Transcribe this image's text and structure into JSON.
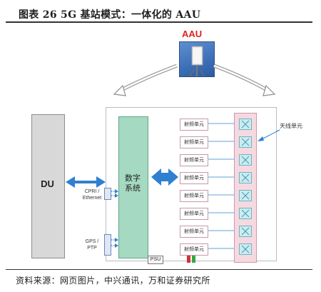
{
  "title": "图表 26   5G 基站模式：一体化的 AAU",
  "source": "资料来源：网页图片，中兴通讯，万和证券研究所",
  "diagram": {
    "aau_label": "AAU",
    "du_label": "DU",
    "digital_system_label": "数字\n系统",
    "cpri_label": "CPRI /\nEthernet",
    "gps_label": "GPS /\nPTP",
    "psu_label": "PSU",
    "rf_units": [
      "射频单元",
      "射频单元",
      "射频单元",
      "射频单元",
      "射频单元",
      "射频单元",
      "射频单元",
      "射频单元"
    ],
    "antenna_label": "天线单元",
    "colors": {
      "aau_label": "#e02020",
      "digital_box": "#a6d9c1",
      "antenna_column": "#f6d9e0",
      "arrow_blue": "#2f80d0",
      "led_red": "#d33333",
      "led_green": "#35a845"
    }
  }
}
